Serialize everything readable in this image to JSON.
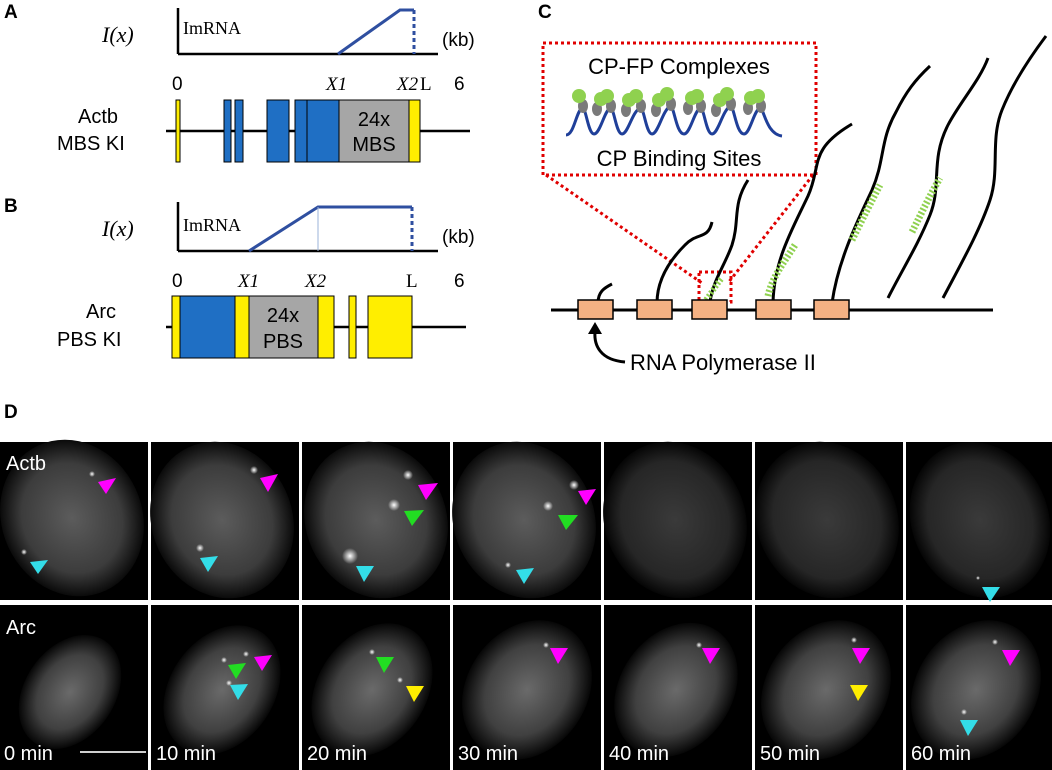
{
  "panels": {
    "A": {
      "letter": "A",
      "intensity_label": "I(x)",
      "plateau_label": "ImRNA",
      "unit": "(kb)",
      "axis_start": "0",
      "axis_end": "6",
      "x1": "X1",
      "x2": "X2",
      "L": "L",
      "gene_line1": "Actb",
      "gene_line2": "MBS KI",
      "repeat_line1": "24x",
      "repeat_line2": "MBS"
    },
    "B": {
      "letter": "B",
      "intensity_label": "I(x)",
      "plateau_label": "ImRNA",
      "unit": "(kb)",
      "axis_start": "0",
      "axis_end": "6",
      "x1": "X1",
      "x2": "X2",
      "L": "L",
      "gene_line1": "Arc",
      "gene_line2": "PBS KI",
      "repeat_line1": "24x",
      "repeat_line2": "PBS"
    },
    "C": {
      "letter": "C",
      "complex_label": "CP-FP Complexes",
      "binding_label": "CP Binding Sites",
      "polymerase_label": "RNA Polymerase II"
    },
    "D": {
      "letter": "D",
      "row_labels": [
        "Actb",
        "Arc"
      ],
      "time_labels": [
        "0 min",
        "10 min",
        "20 min",
        "30 min",
        "40 min",
        "50 min",
        "60 min"
      ]
    }
  },
  "colors": {
    "exon_blue": "#1f6fc4",
    "utr_yellow": "#ffee00",
    "repeat_gray": "#a6a6a6",
    "pol_orange": "#f4b183",
    "curve_blue": "#2f4fa0",
    "fp_green": "#8fd14f",
    "callout_red": "#e00000",
    "arrow_magenta": "#ff00ff",
    "arrow_cyan": "#33dde8",
    "arrow_green": "#22dd22",
    "arrow_yellow": "#ffee00"
  }
}
